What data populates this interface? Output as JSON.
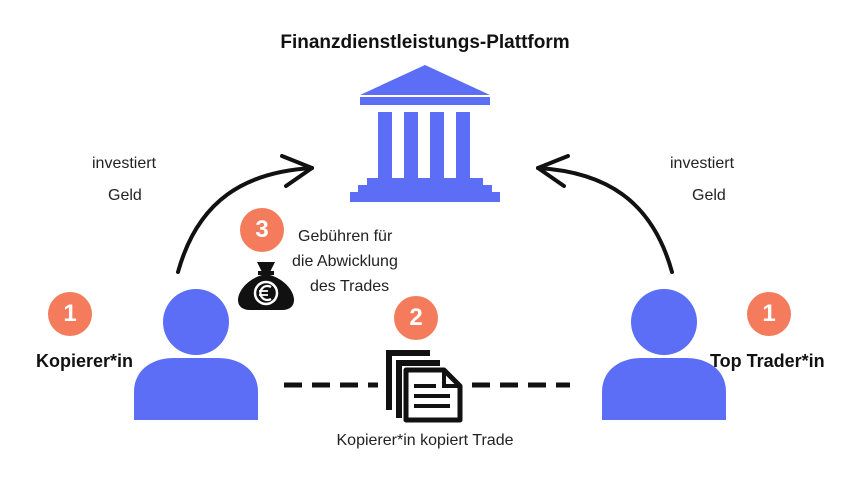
{
  "colors": {
    "accent_blue": "#5b6ef5",
    "badge_orange": "#f47b5c",
    "ink": "#111111"
  },
  "platform": {
    "title": "Finanzdienstleistungs-Plattform",
    "icon": "bank-building-icon"
  },
  "left_flow": {
    "line1": "investiert",
    "line2": "Geld"
  },
  "right_flow": {
    "line1": "investiert",
    "line2": "Geld"
  },
  "fees": {
    "badge": "3",
    "line1": "Gebühren für",
    "line2": "die Abwicklung",
    "line3": "des Trades",
    "icon": "euro-money-bag-icon"
  },
  "copier": {
    "badge": "1",
    "label": "Kopierer*in",
    "icon": "person-icon"
  },
  "trader": {
    "badge": "1",
    "label": "Top Trader*in",
    "icon": "person-icon"
  },
  "copy": {
    "badge": "2",
    "caption": "Kopierer*in kopiert Trade",
    "icon": "document-copy-icon"
  }
}
